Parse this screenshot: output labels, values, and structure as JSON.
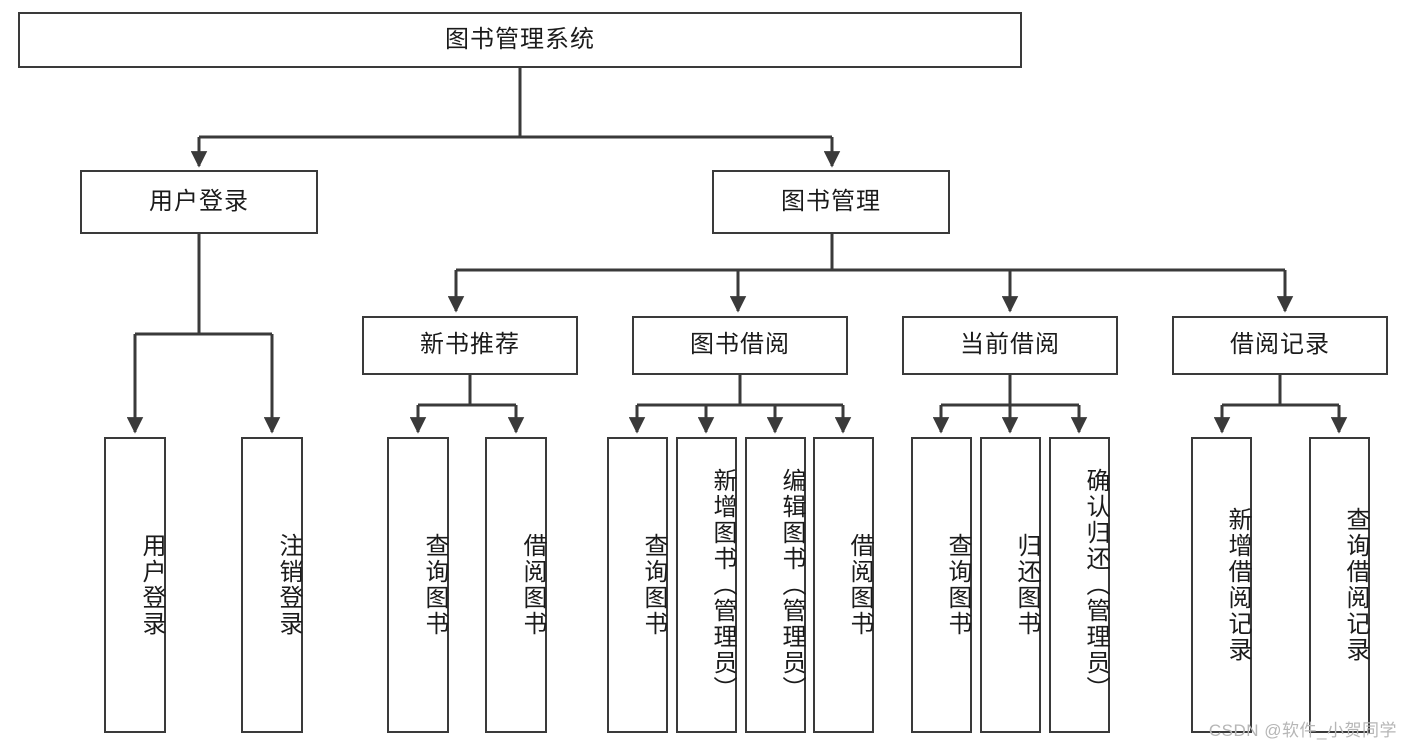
{
  "diagram": {
    "title": "图书管理系统",
    "type": "tree-hierarchy",
    "watermark": "CSDN @软件_小贺同学",
    "colors": {
      "box_border": "#3a3a3a",
      "box_fill": "#ffffff",
      "connector": "#3a3a3a",
      "text": "#1b1b1b",
      "watermark": "#b6b6b6"
    },
    "nodes": {
      "root": {
        "label": "图书管理系统",
        "level": 1
      },
      "user_login": {
        "label": "用户登录",
        "level": 2
      },
      "book_manage": {
        "label": "图书管理",
        "level": 2
      },
      "new_book_rec": {
        "label": "新书推荐",
        "level": 3
      },
      "book_borrow": {
        "label": "图书借阅",
        "level": 3
      },
      "current_borrow": {
        "label": "当前借阅",
        "level": 3
      },
      "borrow_record": {
        "label": "借阅记录",
        "level": 3
      },
      "leaf_user_login": {
        "label": "用户登录",
        "level": 4
      },
      "leaf_logout": {
        "label": "注销登录",
        "level": 4
      },
      "leaf_query_book_1": {
        "label": "查询图书",
        "level": 4
      },
      "leaf_borrow_book_1": {
        "label": "借阅图书",
        "level": 4
      },
      "leaf_query_book_2": {
        "label": "查询图书",
        "level": 4
      },
      "leaf_add_book": {
        "label": "新增图书（管理员）",
        "level": 4
      },
      "leaf_edit_book": {
        "label": "编辑图书（管理员）",
        "level": 4
      },
      "leaf_borrow_book_2": {
        "label": "借阅图书",
        "level": 4
      },
      "leaf_query_book_3": {
        "label": "查询图书",
        "level": 4
      },
      "leaf_return_book": {
        "label": "归还图书",
        "level": 4
      },
      "leaf_confirm_return": {
        "label": "确认归还（管理员）",
        "level": 4
      },
      "leaf_add_record": {
        "label": "新增借阅记录",
        "level": 4
      },
      "leaf_query_record": {
        "label": "查询借阅记录",
        "level": 4
      }
    },
    "edges": [
      {
        "from": "root",
        "to": "user_login"
      },
      {
        "from": "root",
        "to": "book_manage"
      },
      {
        "from": "user_login",
        "to": "leaf_user_login"
      },
      {
        "from": "user_login",
        "to": "leaf_logout"
      },
      {
        "from": "book_manage",
        "to": "new_book_rec"
      },
      {
        "from": "book_manage",
        "to": "book_borrow"
      },
      {
        "from": "book_manage",
        "to": "current_borrow"
      },
      {
        "from": "book_manage",
        "to": "borrow_record"
      },
      {
        "from": "new_book_rec",
        "to": "leaf_query_book_1"
      },
      {
        "from": "new_book_rec",
        "to": "leaf_borrow_book_1"
      },
      {
        "from": "book_borrow",
        "to": "leaf_query_book_2"
      },
      {
        "from": "book_borrow",
        "to": "leaf_add_book"
      },
      {
        "from": "book_borrow",
        "to": "leaf_edit_book"
      },
      {
        "from": "book_borrow",
        "to": "leaf_borrow_book_2"
      },
      {
        "from": "current_borrow",
        "to": "leaf_query_book_3"
      },
      {
        "from": "current_borrow",
        "to": "leaf_return_book"
      },
      {
        "from": "current_borrow",
        "to": "leaf_confirm_return"
      },
      {
        "from": "borrow_record",
        "to": "leaf_add_record"
      },
      {
        "from": "borrow_record",
        "to": "leaf_query_record"
      }
    ]
  }
}
